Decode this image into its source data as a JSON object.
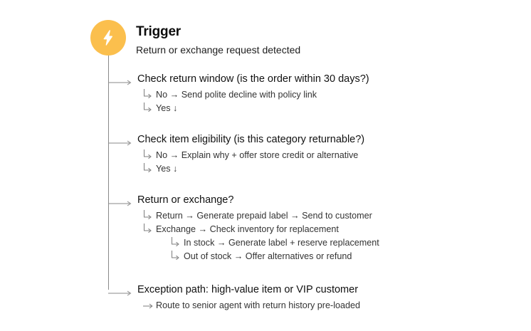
{
  "canvas": {
    "background": "#ffffff",
    "line_color": "#8a8a8a"
  },
  "trigger": {
    "icon": "lightning-bolt-icon",
    "icon_background": "#FBBF4D",
    "icon_color": "#ffffff",
    "title": "Trigger",
    "subtitle": "Return or exchange request detected"
  },
  "branches": [
    {
      "heading": "Check return window (is the order within 30 days?)",
      "children": [
        {
          "text": "No → Send polite decline with policy link",
          "connector": "corner-arrow-icon",
          "level": 1
        },
        {
          "text": "Yes ↓",
          "connector": "corner-arrow-icon",
          "level": 1
        }
      ]
    },
    {
      "heading": "Check item eligibility (is this category returnable?)",
      "children": [
        {
          "text": "No → Explain why + offer store credit or alternative",
          "connector": "corner-arrow-icon",
          "level": 1
        },
        {
          "text": "Yes ↓",
          "connector": "corner-arrow-icon",
          "level": 1
        }
      ]
    },
    {
      "heading": "Return or exchange?",
      "children": [
        {
          "text": "Return → Generate prepaid label → Send to customer",
          "connector": "corner-arrow-icon",
          "level": 1
        },
        {
          "text": "Exchange → Check inventory for replacement",
          "connector": "corner-arrow-icon",
          "level": 1
        },
        {
          "text": "In stock → Generate label + reserve replacement",
          "connector": "corner-arrow-icon",
          "level": 2
        },
        {
          "text": "Out of stock → Offer alternatives or refund",
          "connector": "corner-arrow-icon",
          "level": 2
        }
      ]
    },
    {
      "heading": "Exception path: high-value item or VIP customer",
      "children": [
        {
          "text": "Route to senior agent with return history pre-loaded",
          "connector": "plain-arrow-icon",
          "level": 1
        }
      ]
    }
  ]
}
